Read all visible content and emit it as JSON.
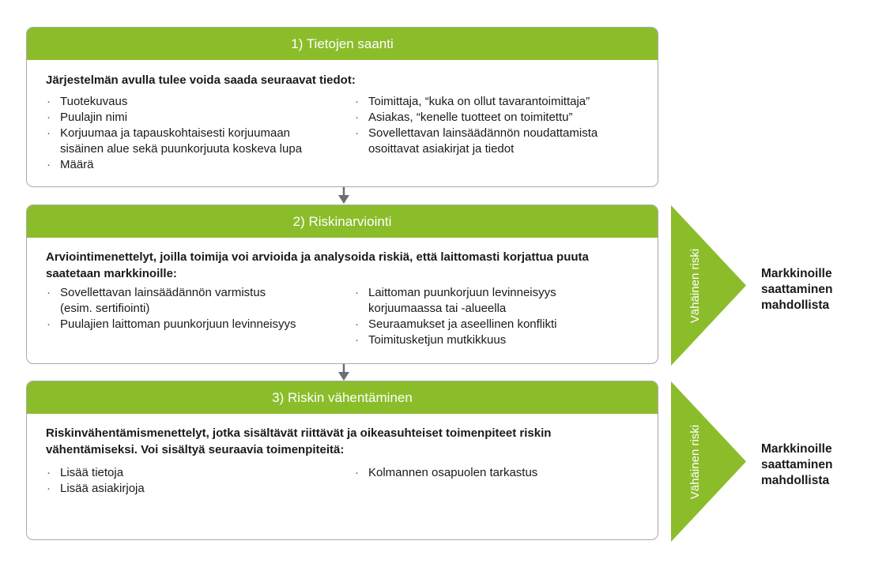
{
  "steps": [
    {
      "title": "1) Tietojen saanti",
      "intro": "Järjestelmän avulla tulee voida saada seuraavat tiedot:",
      "left": [
        "Tuotekuvaus",
        "Puulajin nimi",
        "Korjuumaa ja tapauskohtaisesti korjuumaan sisäinen alue sekä puunkorjuuta koskeva lupa",
        "Määrä"
      ],
      "right": [
        "Toimittaja, “kuka on ollut tavarantoimittaja”",
        "Asiakas, “kenelle tuotteet on toimitettu”",
        "Sovellettavan lainsäädännön noudattamista osoittavat asiakirjat ja tiedot"
      ]
    },
    {
      "title": "2) Riskinarviointi",
      "intro": "Arviointimenettelyt, joilla toimija voi arvioida ja analysoida riskiä, että laittomasti korjattua puuta saatetaan markkinoille:",
      "left": [
        "Sovellettavan lainsäädännön varmistus (esim. sertifiointi)",
        "Puulajien laittoman puunkorjuun levinneisyys"
      ],
      "right": [
        "Laittoman puunkorjuun levinneisyys korjuumaassa tai -alueella",
        "Seuraamukset ja aseellinen konflikti",
        "Toimitusketjun mutkikkuus"
      ]
    },
    {
      "title": "3) Riskin vähentäminen",
      "intro": "Riskinvähentämismenettelyt, jotka sisältävät riittävät ja oikeasuhteiset toimenpiteet riskin vähentämiseksi. Voi sisältyä seuraavia toimenpiteitä:",
      "left": [
        "Lisää tietoja",
        "Lisää asiakirjoja"
      ],
      "right": [
        "Kolmannen osapuolen tarkastus"
      ]
    }
  ],
  "side": [
    {
      "risk_label": "Vähäinen riski",
      "outcome": "Markkinoille saattaminen mahdollista"
    },
    {
      "risk_label": "Vähäinen riski",
      "outcome": "Markkinoille saattaminen mahdollista"
    }
  ],
  "colors": {
    "accent": "#8bbd2a",
    "border": "#a9a9a9",
    "arrow": "#6d6e71"
  }
}
